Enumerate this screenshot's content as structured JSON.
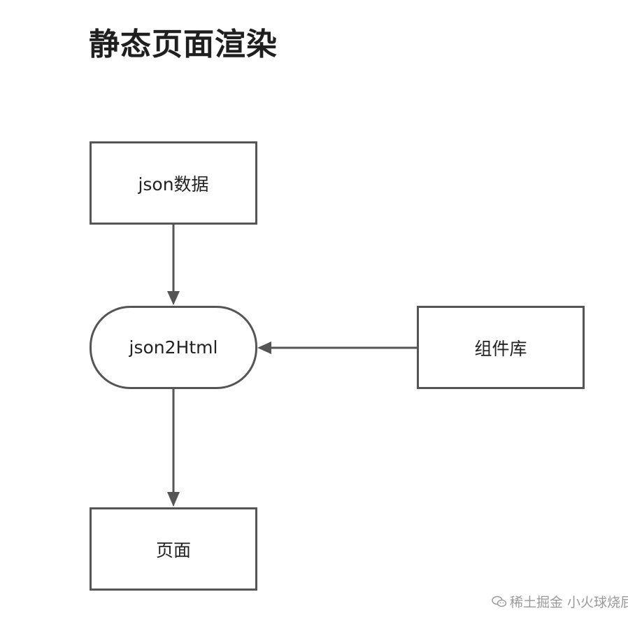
{
  "title": "静态页面渲染",
  "nodes": {
    "json_data": "json数据",
    "json2html": "json2Html",
    "component_lib": "组件库",
    "page": "页面"
  },
  "watermark": {
    "text": "稀土掘金 小火球烧屁股",
    "icon": "wechat-icon"
  },
  "colors": {
    "stroke": "#555555",
    "title": "#1f1f1f",
    "watermark": "#9a9a9a"
  }
}
